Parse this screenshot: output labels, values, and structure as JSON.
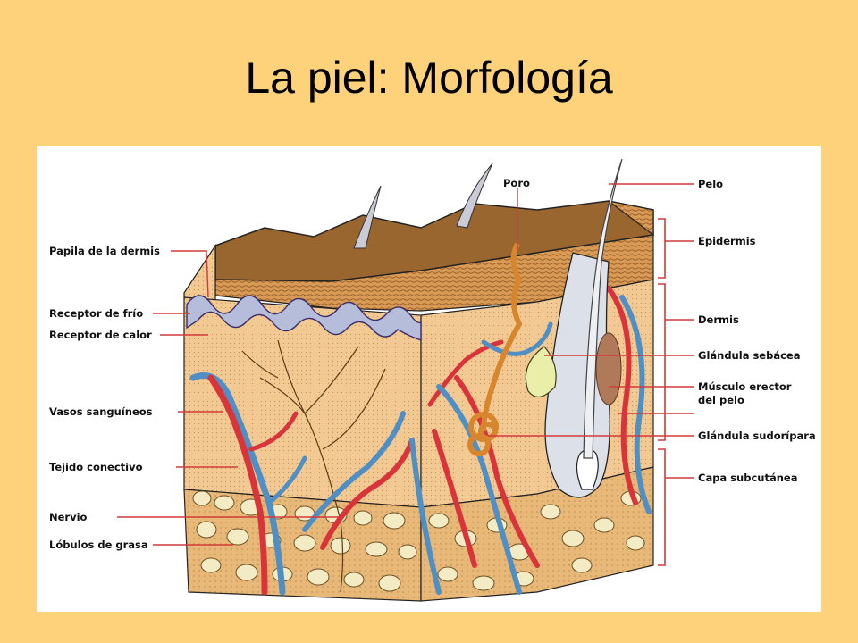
{
  "slide": {
    "title": "La piel: Morfología"
  },
  "diagram": {
    "left_labels": [
      "Papila de la dermis",
      "Receptor de frío",
      "Receptor de calor",
      "Vasos sanguíneos",
      "Tejido conectivo",
      "Nervio",
      "Lóbulos de grasa"
    ],
    "top_label": "Poro",
    "right_labels": [
      "Pelo",
      "Glándula sebácea",
      "Músculo erector",
      "del pelo",
      "Glándula sudorípara"
    ],
    "layer_labels": [
      "Epidermis",
      "Dermis",
      "Capa subcutánea"
    ]
  },
  "colors": {
    "background": "#FDD27A",
    "leader_line": "#D43A3A",
    "artery": "#D8343A",
    "vein": "#4F8FC4",
    "dermis": "#F2C992",
    "fat": "#F3EBC3",
    "surface": "#9A6630"
  }
}
